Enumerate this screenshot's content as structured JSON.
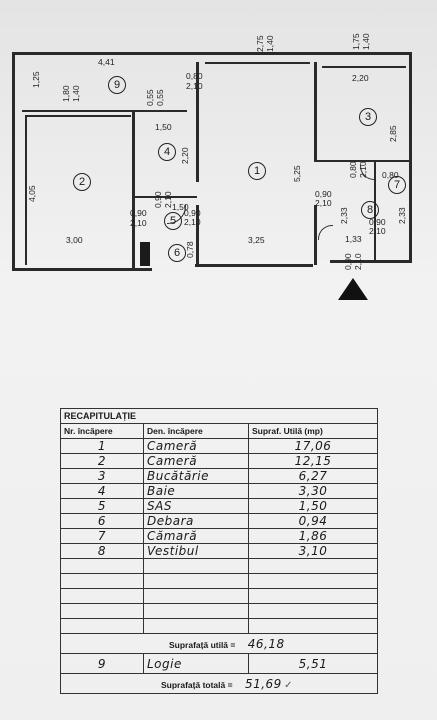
{
  "plan": {
    "dims": {
      "d441": "4,41",
      "d275": "2,75",
      "d140a": "1,40",
      "d175": "1,75",
      "d140b": "1,40",
      "d125": "1,25",
      "d180": "1,80",
      "d140c": "1,40",
      "d055a": "0,55",
      "d055b": "0,55",
      "d080a": "0,80",
      "d210a": "2,10",
      "d220a": "2,20",
      "d150a": "1,50",
      "d220b": "2,20",
      "d285": "2,85",
      "d405": "4,05",
      "d525": "5,25",
      "d080b": "0,80",
      "d210b": "2,10",
      "d080c": "0,80",
      "d090a": "0,90",
      "d210c": "2,10",
      "d233a": "2,33",
      "d233b": "2,33",
      "d090b": "0,90",
      "d210d": "2,10",
      "d090c": "0,90",
      "d210e": "2,10",
      "d300": "3,00",
      "d150b": "1,50",
      "d078": "0,78",
      "d325": "3,25",
      "d133": "1,33",
      "d090d": "0,90",
      "d210f": "2,10",
      "d090e": "0,90",
      "d210g": "2,10",
      "d090f": "0,90",
      "d210h": "2,10"
    },
    "rooms": [
      "1",
      "2",
      "3",
      "4",
      "5",
      "6",
      "7",
      "8",
      "9"
    ]
  },
  "table": {
    "title": "RECAPITULAȚIE",
    "headers": [
      "Nr. încăpere",
      "Den. încăpere",
      "Supraf. Utilă (mp)"
    ],
    "rows": [
      {
        "nr": "1",
        "name": "Cameră",
        "area": "17,06"
      },
      {
        "nr": "2",
        "name": "Cameră",
        "area": "12,15"
      },
      {
        "nr": "3",
        "name": "Bucătărie",
        "area": "6,27"
      },
      {
        "nr": "4",
        "name": "Baie",
        "area": "3,30"
      },
      {
        "nr": "5",
        "name": "SAS",
        "area": "1,50"
      },
      {
        "nr": "6",
        "name": "Debara",
        "area": "0,94"
      },
      {
        "nr": "7",
        "name": "Cămară",
        "area": "1,86"
      },
      {
        "nr": "8",
        "name": "Vestibul",
        "area": "3,10"
      }
    ],
    "useful_label": "Suprafață utilă =",
    "useful_value": "46,18",
    "loggia": {
      "nr": "9",
      "name": "Logie",
      "area": "5,51"
    },
    "total_label": "Suprafață totală =",
    "total_value": "51,69"
  }
}
